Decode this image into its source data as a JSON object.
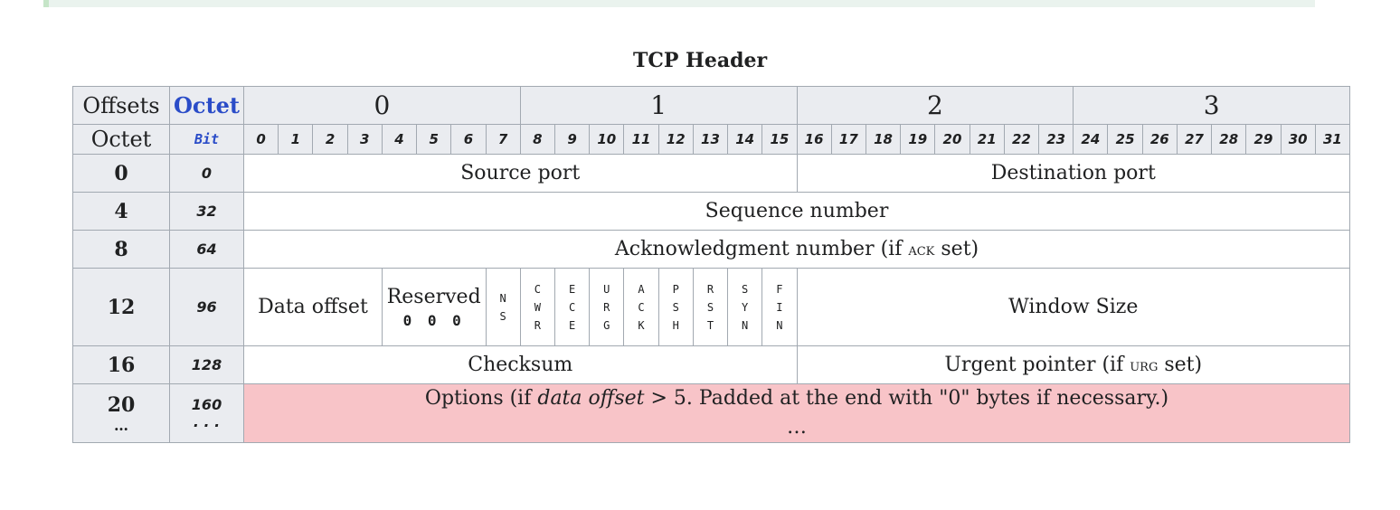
{
  "caption": "TCP Header",
  "header": {
    "offsets": "Offsets",
    "octet_blue": "Octet",
    "octet": "Octet",
    "bit": "Bit",
    "octet_groups": [
      "0",
      "1",
      "2",
      "3"
    ],
    "bits": [
      "0",
      "1",
      "2",
      "3",
      "4",
      "5",
      "6",
      "7",
      "8",
      "9",
      "10",
      "11",
      "12",
      "13",
      "14",
      "15",
      "16",
      "17",
      "18",
      "19",
      "20",
      "21",
      "22",
      "23",
      "24",
      "25",
      "26",
      "27",
      "28",
      "29",
      "30",
      "31"
    ]
  },
  "rows": {
    "r0": {
      "octet": "0",
      "bit": "0",
      "source_port": "Source port",
      "dest_port": "Destination port"
    },
    "r4": {
      "octet": "4",
      "bit": "32",
      "seq": "Sequence number"
    },
    "r8": {
      "octet": "8",
      "bit": "64",
      "ack_pre": "Acknowledgment number (if ",
      "ack_sc": "ack",
      "ack_post": " set)"
    },
    "r12": {
      "octet": "12",
      "bit": "96",
      "data_offset": "Data offset",
      "reserved": "Reserved",
      "reserved_bits": "0 0 0",
      "flags": [
        [
          "N",
          "S"
        ],
        [
          "C",
          "W",
          "R"
        ],
        [
          "E",
          "C",
          "E"
        ],
        [
          "U",
          "R",
          "G"
        ],
        [
          "A",
          "C",
          "K"
        ],
        [
          "P",
          "S",
          "H"
        ],
        [
          "R",
          "S",
          "T"
        ],
        [
          "S",
          "Y",
          "N"
        ],
        [
          "F",
          "I",
          "N"
        ]
      ],
      "window": "Window Size"
    },
    "r16": {
      "octet": "16",
      "bit": "128",
      "checksum": "Checksum",
      "urg_pre": "Urgent pointer (if ",
      "urg_sc": "urg",
      "urg_post": " set)"
    },
    "r20": {
      "octet": "20",
      "octet_more": "…",
      "bit": "160",
      "bit_more": ". . .",
      "opt_pre": "Options (if ",
      "opt_em": "data offset",
      "opt_post": " > 5. Padded at the end with \"0\" bytes if necessary.)",
      "opt_more": "…"
    }
  }
}
